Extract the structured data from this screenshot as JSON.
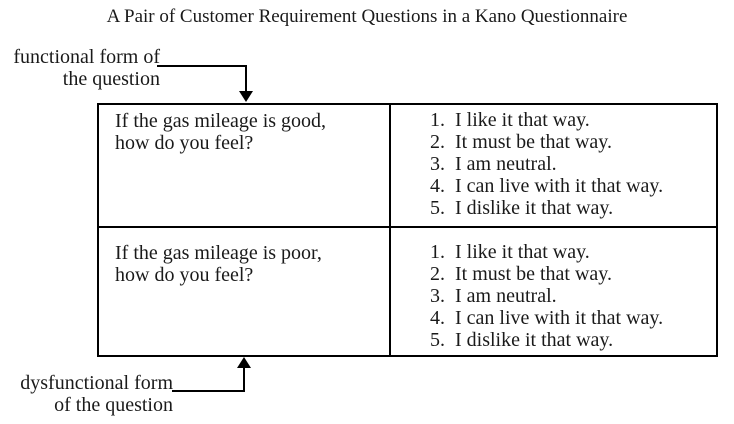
{
  "title": "A Pair of Customer Requirement Questions in a Kano Questionnaire",
  "annotations": {
    "functional": {
      "line1": "functional form of",
      "line2": "the question"
    },
    "dysfunctional": {
      "line1": "dysfunctional form",
      "line2": "of the question"
    }
  },
  "arrows": {
    "functional_pointer": "down-arrow",
    "dysfunctional_pointer": "up-arrow"
  },
  "table": {
    "rows": [
      {
        "question_line1": "If the gas mileage is good,",
        "question_line2": "how do you feel?",
        "options": [
          {
            "num": "1.",
            "text": "I like it that way."
          },
          {
            "num": "2.",
            "text": "It must be that way."
          },
          {
            "num": "3.",
            "text": "I am neutral."
          },
          {
            "num": "4.",
            "text": "I can live with it that way."
          },
          {
            "num": "5.",
            "text": "I dislike it that way."
          }
        ]
      },
      {
        "question_line1": "If the gas mileage is poor,",
        "question_line2": "how do you feel?",
        "options": [
          {
            "num": "1.",
            "text": "I like it that way."
          },
          {
            "num": "2.",
            "text": "It must be that way."
          },
          {
            "num": "3.",
            "text": "I am neutral."
          },
          {
            "num": "4.",
            "text": "I can live with it that way."
          },
          {
            "num": "5.",
            "text": "I dislike it that way."
          }
        ]
      }
    ]
  },
  "colors": {
    "background": "#ffffff",
    "text": "#1a1a1a",
    "line": "#000000"
  }
}
